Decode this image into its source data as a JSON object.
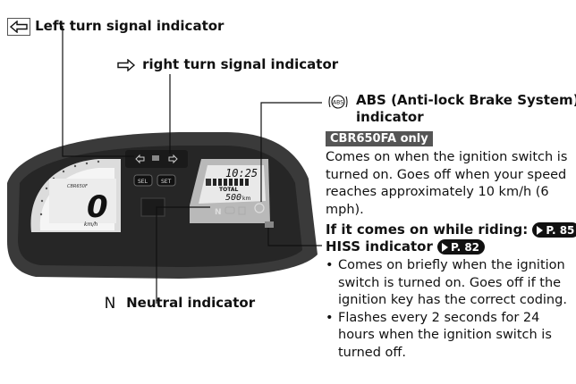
{
  "left_turn": {
    "label": "Left turn signal indicator",
    "icon": "arrow-left-outline-icon"
  },
  "right_turn": {
    "label": "right turn signal indicator",
    "icon": "arrow-right-outline-icon"
  },
  "abs": {
    "title_line1": "ABS (Anti-lock Brake System)",
    "title_line2": "indicator",
    "model_badge": "CBR650FA only",
    "desc": "Comes on when the ignition switch is turned on. Goes off when your speed reaches approximately 10 km/h (6 mph).",
    "riding_label": "If it comes on while riding:",
    "ref": "P. 85",
    "icon_text": "ABS"
  },
  "hiss": {
    "title": "HISS indicator",
    "ref": "P. 82",
    "bullets": [
      "Comes on briefly when the ignition switch is turned on. Goes off if the ignition key has the correct coding.",
      "Flashes every 2 seconds for 24 hours when the ignition switch is turned off."
    ]
  },
  "neutral": {
    "label": "Neutral indicator",
    "icon_text": "N"
  },
  "dash": {
    "time": "10:25",
    "total_label": "TOTAL",
    "odometer": "500",
    "odo_unit": "km",
    "gear": "0",
    "speed_unit": "km/h",
    "btn_sel": "SEL",
    "btn_set": "SET",
    "brand": "CBR650F",
    "neutral_letter": "N"
  }
}
